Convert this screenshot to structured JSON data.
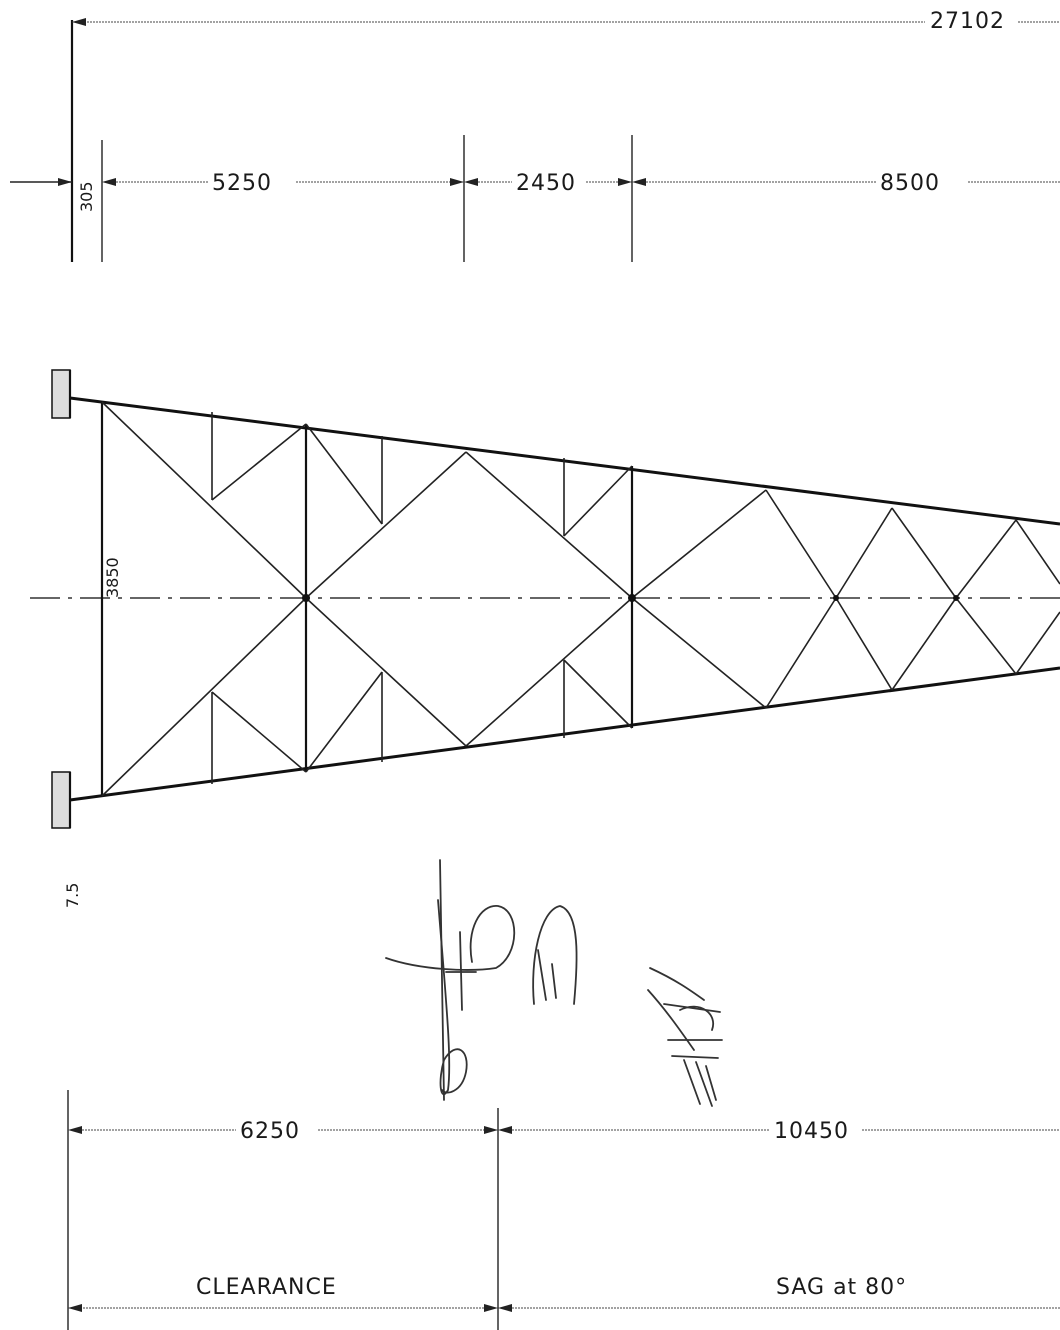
{
  "drawing": {
    "overall_length": "27102",
    "top_dims": {
      "offset": "305",
      "span_a": "5250",
      "span_b": "2450",
      "span_c": "8500"
    },
    "truss": {
      "depth_label": "3850",
      "left_end_label": "7.5"
    },
    "bottom_dims": {
      "clearance_span": "6250",
      "sag_span": "10450"
    },
    "labels": {
      "clearance": "CLEARANCE",
      "sag": "SAG at 80°"
    }
  }
}
